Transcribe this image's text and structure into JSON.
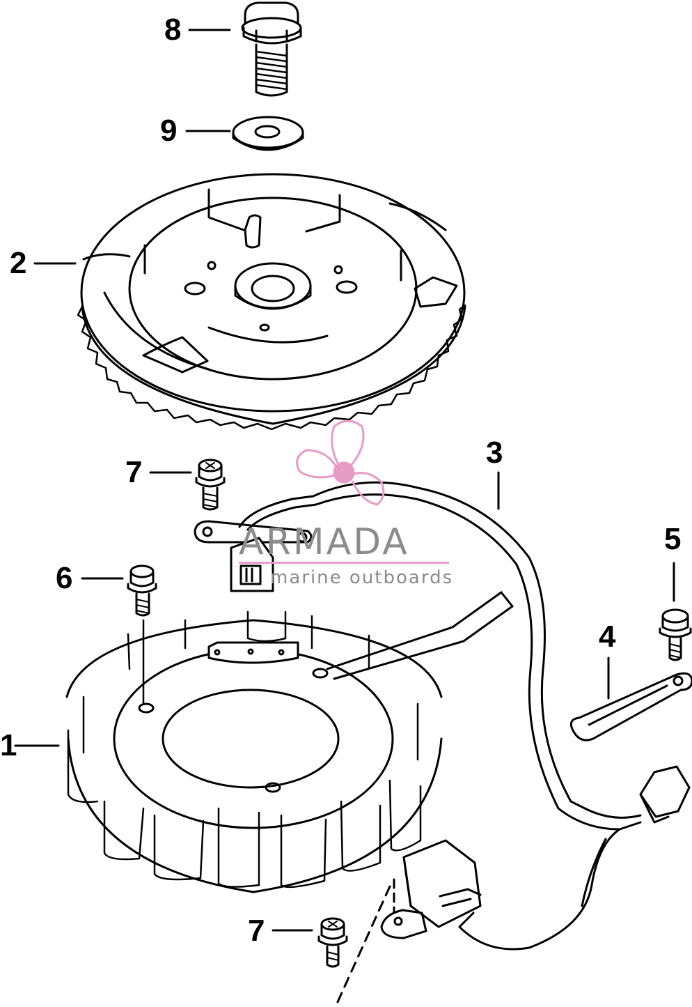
{
  "callouts": [
    {
      "id": "stator",
      "label": "1"
    },
    {
      "id": "flywheel",
      "label": "2"
    },
    {
      "id": "harness",
      "label": "3"
    },
    {
      "id": "ground-strap",
      "label": "4"
    },
    {
      "id": "screw-strap",
      "label": "5"
    },
    {
      "id": "screw-stator",
      "label": "6"
    },
    {
      "id": "screw-connector-top",
      "label": "7"
    },
    {
      "id": "screw-connector-bottom",
      "label": "7"
    },
    {
      "id": "flywheel-nut",
      "label": "8"
    },
    {
      "id": "washer",
      "label": "9"
    }
  ],
  "watermark": {
    "title": "ARMADA",
    "subtitle": "marine outboards",
    "accent_color": "#e79bc6",
    "text_color": "#8c8c8c"
  },
  "line_color": "#000000",
  "background": "#ffffff"
}
